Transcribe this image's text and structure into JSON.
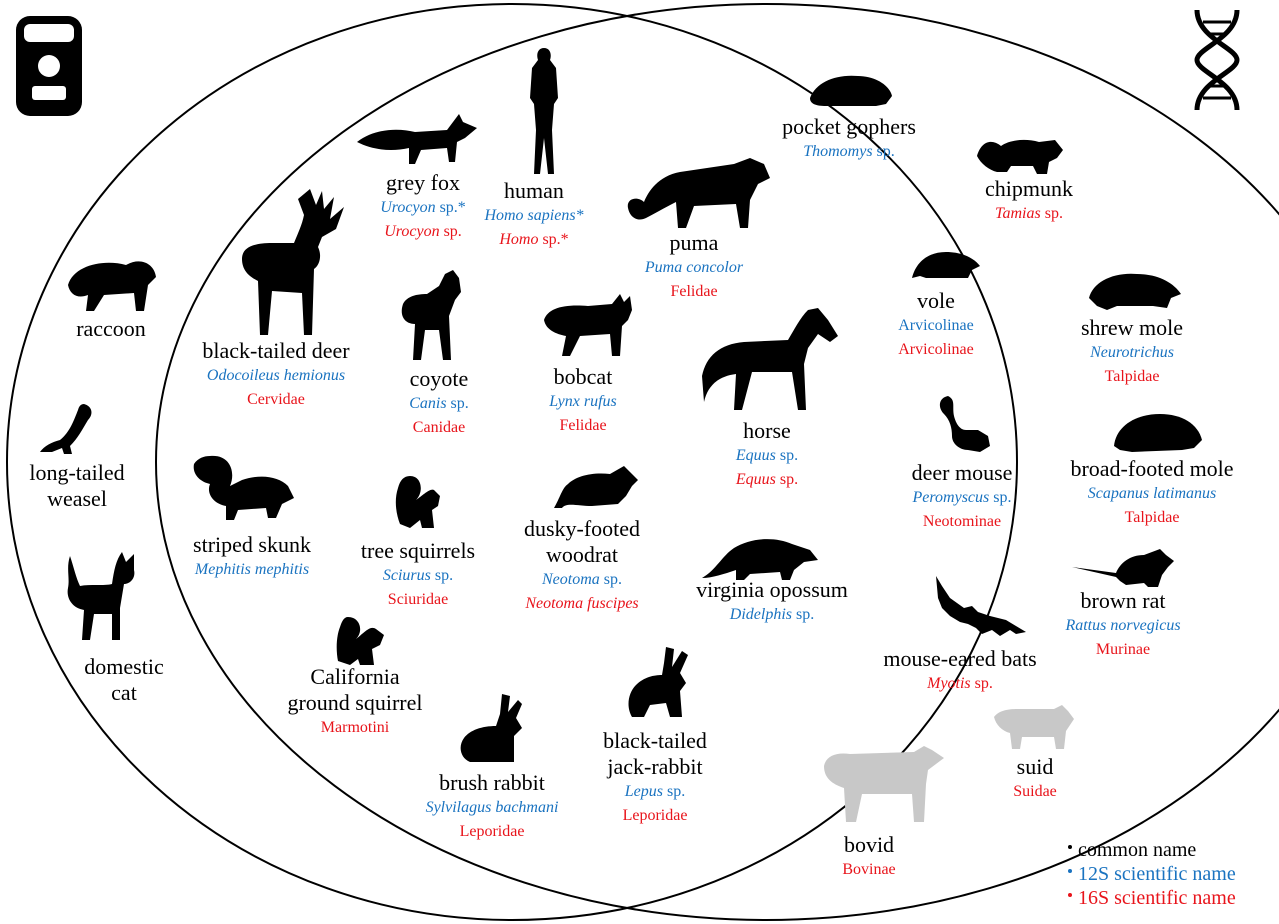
{
  "species": [
    {
      "id": "raccoon",
      "common": "raccoon"
    },
    {
      "id": "weasel",
      "common": [
        "long-tailed",
        "weasel"
      ]
    },
    {
      "id": "domestic-cat",
      "common": [
        "domestic",
        "cat"
      ]
    },
    {
      "id": "black-tailed-deer",
      "common": "black-tailed deer",
      "s12": {
        "italic": "Odocoileus hemionus",
        "rest": ""
      },
      "s16": {
        "italic": "",
        "rest": "Cervidae"
      }
    },
    {
      "id": "grey-fox",
      "common": "grey fox",
      "s12": {
        "italic": "Urocyon",
        "rest": " sp.*"
      },
      "s16": {
        "italic": "Urocyon",
        "rest": " sp."
      }
    },
    {
      "id": "human",
      "common": "human",
      "s12": {
        "italic": "Homo sapiens*",
        "rest": ""
      },
      "s16": {
        "italic": "Homo",
        "rest": " sp.*"
      }
    },
    {
      "id": "puma",
      "common": "puma",
      "s12": {
        "italic": "Puma concolor",
        "rest": ""
      },
      "s16": {
        "italic": "",
        "rest": "Felidae"
      }
    },
    {
      "id": "coyote",
      "common": "coyote",
      "s12": {
        "italic": "Canis",
        "rest": " sp."
      },
      "s16": {
        "italic": "",
        "rest": "Canidae"
      }
    },
    {
      "id": "bobcat",
      "common": "bobcat",
      "s12": {
        "italic": "Lynx rufus",
        "rest": ""
      },
      "s16": {
        "italic": "",
        "rest": "Felidae"
      }
    },
    {
      "id": "horse",
      "common": "horse",
      "s12": {
        "italic": "Equus",
        "rest": " sp."
      },
      "s16": {
        "italic": "Equus",
        "rest": " sp."
      }
    },
    {
      "id": "striped-skunk",
      "common": "striped skunk",
      "s12": {
        "italic": "Mephitis mephitis",
        "rest": ""
      }
    },
    {
      "id": "tree-squirrels",
      "common": "tree squirrels",
      "s12": {
        "italic": "Sciurus",
        "rest": " sp."
      },
      "s16": {
        "italic": "",
        "rest": "Sciuridae"
      }
    },
    {
      "id": "woodrat",
      "common": [
        "dusky-footed",
        "woodrat"
      ],
      "s12": {
        "italic": "Neotoma",
        "rest": " sp."
      },
      "s16": {
        "italic": "Neotoma fuscipes",
        "rest": ""
      }
    },
    {
      "id": "opossum",
      "common": "virginia opossum",
      "s12": {
        "italic": "Didelphis",
        "rest": " sp."
      }
    },
    {
      "id": "ground-squirrel",
      "common": [
        "California",
        "ground squirrel"
      ],
      "s16": {
        "italic": "",
        "rest": "Marmotini"
      }
    },
    {
      "id": "brush-rabbit",
      "common": "brush rabbit",
      "s12": {
        "italic": "Sylvilagus bachmani",
        "rest": ""
      },
      "s16": {
        "italic": "",
        "rest": "Leporidae"
      }
    },
    {
      "id": "jack-rabbit",
      "common": [
        "black-tailed",
        "jack-rabbit"
      ],
      "s12": {
        "italic": "Lepus",
        "rest": " sp."
      },
      "s16": {
        "italic": "",
        "rest": "Leporidae"
      }
    },
    {
      "id": "pocket-gophers",
      "common": "pocket gophers",
      "s12": {
        "italic": "Thomomys",
        "rest": " sp."
      }
    },
    {
      "id": "chipmunk",
      "common": "chipmunk",
      "s16": {
        "italic": "Tamias",
        "rest": " sp."
      }
    },
    {
      "id": "vole",
      "common": "vole",
      "s12": {
        "italic": "",
        "rest": "Arvicolinae"
      },
      "s16": {
        "italic": "",
        "rest": "Arvicolinae"
      }
    },
    {
      "id": "shrew-mole",
      "common": "shrew mole",
      "s12": {
        "italic": "Neurotrichus",
        "rest": ""
      },
      "s16": {
        "italic": "",
        "rest": "Talpidae"
      }
    },
    {
      "id": "deer-mouse",
      "common": "deer mouse",
      "s12": {
        "italic": "Peromyscus",
        "rest": " sp."
      },
      "s16": {
        "italic": "",
        "rest": "Neotominae"
      }
    },
    {
      "id": "broad-footed-mole",
      "common": "broad-footed mole",
      "s12": {
        "italic": "Scapanus latimanus",
        "rest": ""
      },
      "s16": {
        "italic": "",
        "rest": "Talpidae"
      }
    },
    {
      "id": "mouse-eared-bats",
      "common": "mouse-eared bats",
      "s16": {
        "italic": "Myotis",
        "rest": " sp."
      }
    },
    {
      "id": "brown-rat",
      "common": "brown rat",
      "s12": {
        "italic": "Rattus norvegicus",
        "rest": ""
      },
      "s16": {
        "italic": "",
        "rest": "Murinae"
      }
    },
    {
      "id": "suid",
      "common": "suid",
      "s16": {
        "italic": "",
        "rest": "Suidae"
      }
    },
    {
      "id": "bovid",
      "common": "bovid",
      "s16": {
        "italic": "",
        "rest": "Bovinae"
      }
    }
  ],
  "legend": {
    "common": "common name",
    "s12": "12S scientific name",
    "s16": "16S scientific name"
  },
  "colors": {
    "s12": "#1a73c0",
    "s16": "#e8141b",
    "silhouette": "#000000",
    "silhouette_grey": "#c8c8c8"
  },
  "icons": {
    "camera": "camera-trap-icon",
    "dna": "dna-helix-icon"
  }
}
